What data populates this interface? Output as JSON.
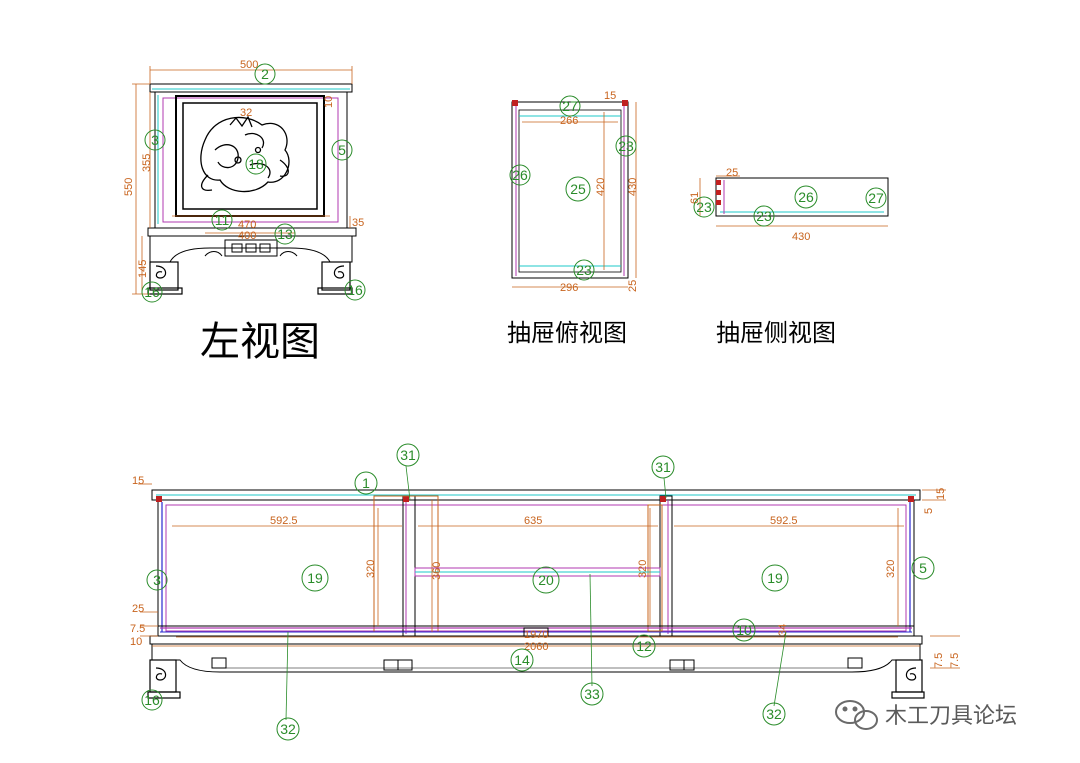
{
  "captions": {
    "left_view": "左视图",
    "drawer_top_view": "抽屉俯视图",
    "drawer_side_view": "抽屉侧视图"
  },
  "watermark": {
    "text": "木工刀具论坛",
    "icon": "wechat-icon"
  },
  "left_view": {
    "dims": {
      "overall_width": "500",
      "top_offset": "10",
      "height_overall": "550",
      "height_panel": "355",
      "height_base": "145",
      "panel_width": "470",
      "rail": "35",
      "small": "32",
      "inner": "400"
    },
    "callouts": [
      "2",
      "3",
      "5",
      "11",
      "13",
      "16",
      "16",
      "18"
    ]
  },
  "drawer_top": {
    "dims": {
      "thickness": "15",
      "width_top": "266",
      "depth_inner": "420",
      "depth_outer": "430",
      "width_bottom": "296",
      "side": "25"
    },
    "callouts": [
      "27",
      "23",
      "26",
      "25",
      "23"
    ]
  },
  "drawer_side": {
    "dims": {
      "top": "25",
      "height": "61",
      "length": "430"
    },
    "callouts": [
      "23",
      "26",
      "27",
      "23"
    ]
  },
  "front_view": {
    "dims": {
      "top_thickness": "15",
      "bay_left": "592.5",
      "bay_center": "635",
      "bay_right": "592.5",
      "height_left": "320",
      "height_center_a": "360",
      "height_center_b": "320",
      "height_right": "320",
      "left_25": "25",
      "left_7_5": "7.5",
      "left_10": "10",
      "inner_length": "1970",
      "outer_length": "2060",
      "right_5": "5",
      "right_15": "15",
      "right_7_5a": "7.5",
      "right_7_5b": "7.5",
      "shelf_34": "34"
    },
    "callouts": [
      "1",
      "31",
      "31",
      "3",
      "19",
      "19",
      "20",
      "5",
      "10",
      "12",
      "14",
      "16",
      "32",
      "32",
      "33"
    ]
  },
  "colors": {
    "outline": "#000000",
    "dimension": "#c8641e",
    "callout": "#2a8c2a",
    "magenta": "#b03ab0",
    "blue": "#2a2ad0",
    "cyan": "#1ec8c8"
  }
}
